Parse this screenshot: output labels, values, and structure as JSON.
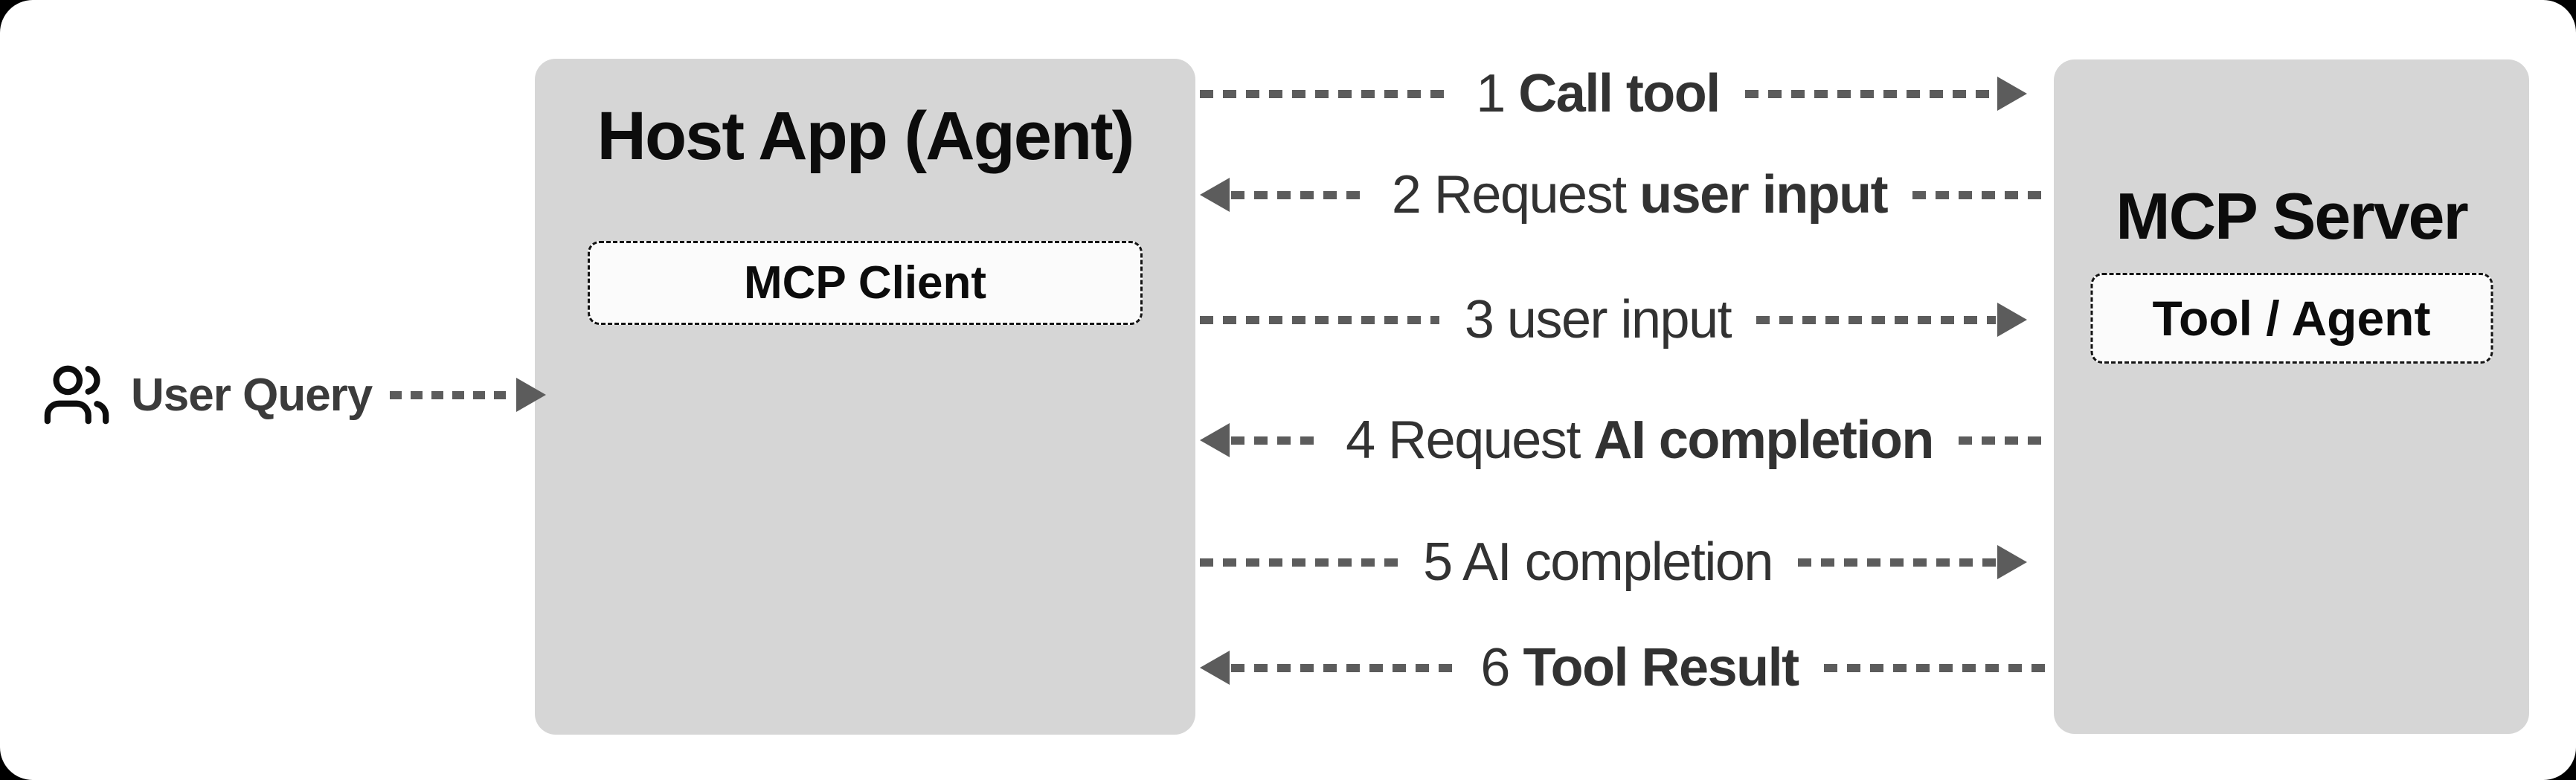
{
  "user_query": {
    "label": "User Query",
    "icon": "users-icon"
  },
  "host_box": {
    "title": "Host App (Agent)",
    "client_label": "MCP Client"
  },
  "server_box": {
    "title": "MCP Server",
    "tool_label": "Tool / Agent"
  },
  "arrows": [
    {
      "prefix": "1 ",
      "emph": "Call tool",
      "direction": "right"
    },
    {
      "prefix": "2 Request ",
      "emph": "user input",
      "direction": "left"
    },
    {
      "prefix": "3 user input",
      "emph": "",
      "direction": "right"
    },
    {
      "prefix": "4 Request ",
      "emph": "AI completion",
      "direction": "left"
    },
    {
      "prefix": "5 AI completion",
      "emph": "",
      "direction": "right"
    },
    {
      "prefix": "6 ",
      "emph": "Tool Result",
      "direction": "left"
    }
  ],
  "colors": {
    "box_gray": "#d6d6d6",
    "pill_bg": "#fbfbfb",
    "arrow_gray": "#5c5c5c",
    "label_text": "#323232",
    "title_text": "#0c0c0c",
    "user_query_text": "#3b3b3b",
    "frame_border": "#000000"
  }
}
